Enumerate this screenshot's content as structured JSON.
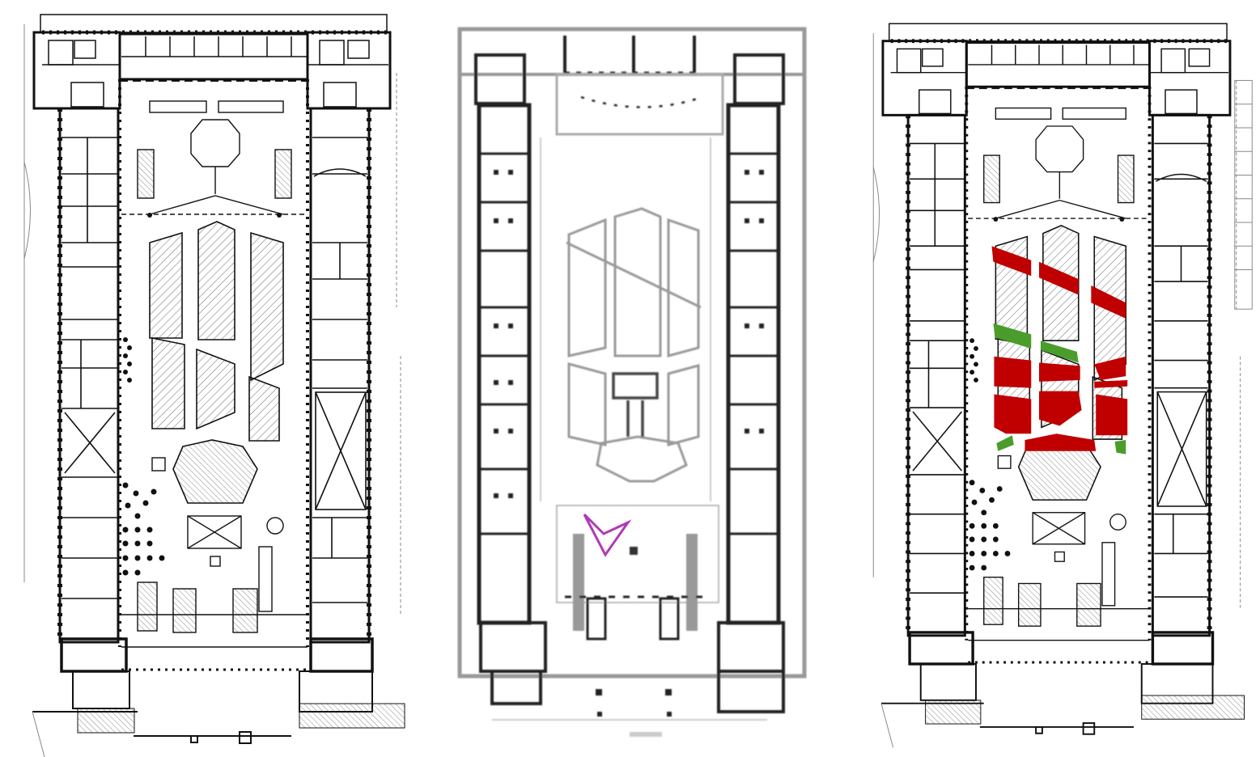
{
  "figure": {
    "panels": [
      {
        "id": "left",
        "kind": "architectural-floor-plan"
      },
      {
        "id": "middle",
        "kind": "blurred-low-resolution-plan",
        "marker": "magenta-triangle"
      },
      {
        "id": "right",
        "kind": "annotated-floor-plan",
        "overlays": [
          "red-zones",
          "green-zones"
        ]
      }
    ]
  },
  "colors": {
    "ink": "#111111",
    "grey": "#888888",
    "light": "#bdbdbd",
    "red": "#c00000",
    "green": "#4a9d2b",
    "magenta": "#b03ab5"
  }
}
